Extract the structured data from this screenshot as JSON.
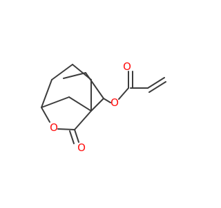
{
  "molecule": {
    "atoms": {
      "ring_oxygen": "O",
      "carbonyl_oxygen_lactone": "O",
      "ester_oxygen": "O",
      "carbonyl_oxygen_ester": "O"
    },
    "colors": {
      "bond": "#3c3c3c",
      "oxygen": "#ff0d0d"
    }
  }
}
